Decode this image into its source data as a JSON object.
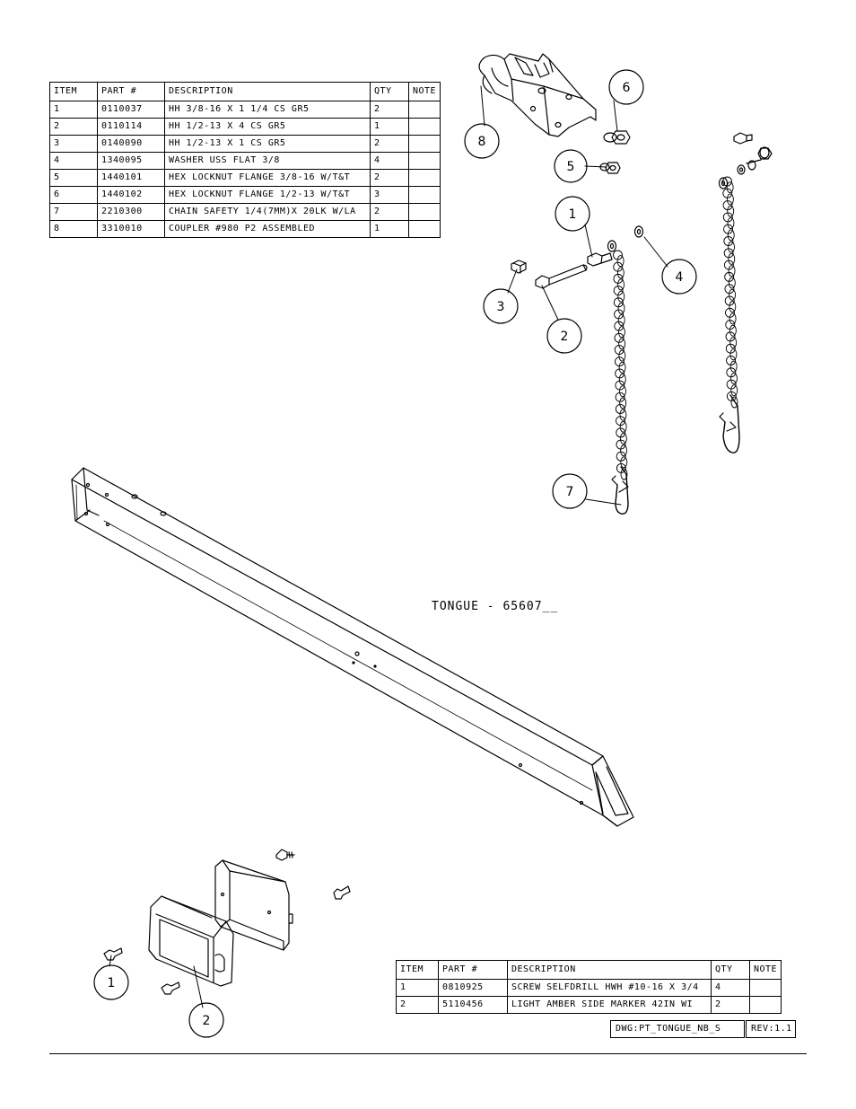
{
  "bom_top": {
    "headers": [
      "ITEM",
      "PART #",
      "DESCRIPTION",
      "QTY",
      "NOTE"
    ],
    "rows": [
      [
        "1",
        "0110037",
        "HH 3/8-16 X 1 1/4 CS GR5",
        "2",
        ""
      ],
      [
        "2",
        "0110114",
        "HH 1/2-13 X 4 CS GR5",
        "1",
        ""
      ],
      [
        "3",
        "0140090",
        "HH 1/2-13 X 1 CS GR5",
        "2",
        ""
      ],
      [
        "4",
        "1340095",
        "WASHER USS FLAT 3/8",
        "4",
        ""
      ],
      [
        "5",
        "1440101",
        "HEX LOCKNUT FLANGE 3/8-16 W/T&T",
        "2",
        ""
      ],
      [
        "6",
        "1440102",
        "HEX LOCKNUT FLANGE 1/2-13 W/T&T",
        "3",
        ""
      ],
      [
        "7",
        "2210300",
        "CHAIN SAFETY 1/4(7MM)X 20LK W/LA",
        "2",
        ""
      ],
      [
        "8",
        "3310010",
        "COUPLER #980 P2 ASSEMBLED",
        "1",
        ""
      ]
    ]
  },
  "bom_bottom": {
    "headers": [
      "ITEM",
      "PART #",
      "DESCRIPTION",
      "QTY",
      "NOTE"
    ],
    "rows": [
      [
        "1",
        "0810925",
        "SCREW SELFDRILL HWH #10-16 X 3/4",
        "4",
        ""
      ],
      [
        "2",
        "5110456",
        "LIGHT AMBER SIDE MARKER  42IN WI",
        "2",
        ""
      ]
    ]
  },
  "assembly_label": "TONGUE - 65607__",
  "callouts_top": [
    "8",
    "6",
    "5",
    "1",
    "4",
    "3",
    "2",
    "7"
  ],
  "callouts_bottom": [
    "1",
    "2"
  ],
  "title_block": {
    "dwg": "DWG:PT_TONGUE_NB_S",
    "rev": "REV:1.1"
  }
}
